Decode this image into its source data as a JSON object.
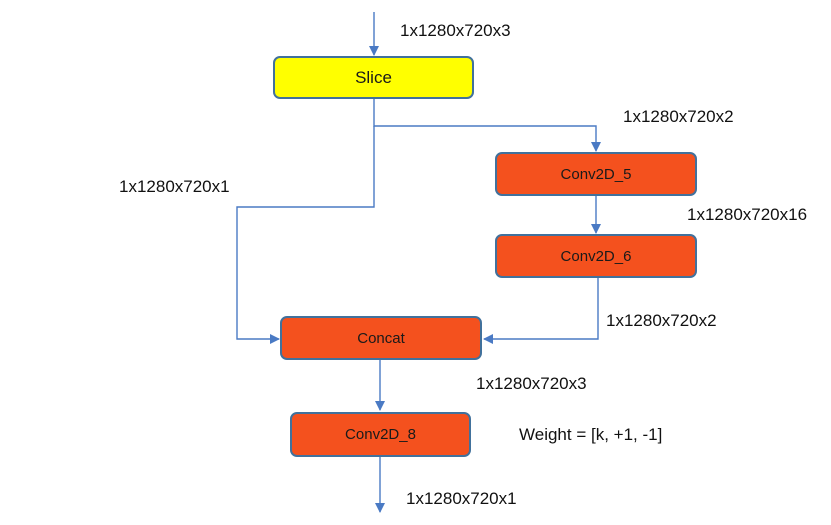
{
  "colors": {
    "line": "#4a7ac4",
    "node_border": "#41719c",
    "slice_fill": "#ffff00",
    "op_fill": "#f4511e"
  },
  "nodes": {
    "slice": "Slice",
    "conv2d_5": "Conv2D_5",
    "conv2d_6": "Conv2D_6",
    "concat": "Concat",
    "conv2d_8": "Conv2D_8"
  },
  "edge_labels": {
    "input": "1x1280x720x3",
    "slice_to_conv5": "1x1280x720x2",
    "slice_to_concat": "1x1280x720x1",
    "conv5_to_conv6": "1x1280x720x16",
    "conv6_to_concat": "1x1280x720x2",
    "concat_to_conv8": "1x1280x720x3",
    "output": "1x1280x720x1"
  },
  "annotations": {
    "weight": "Weight = [k, +1, -1]"
  }
}
